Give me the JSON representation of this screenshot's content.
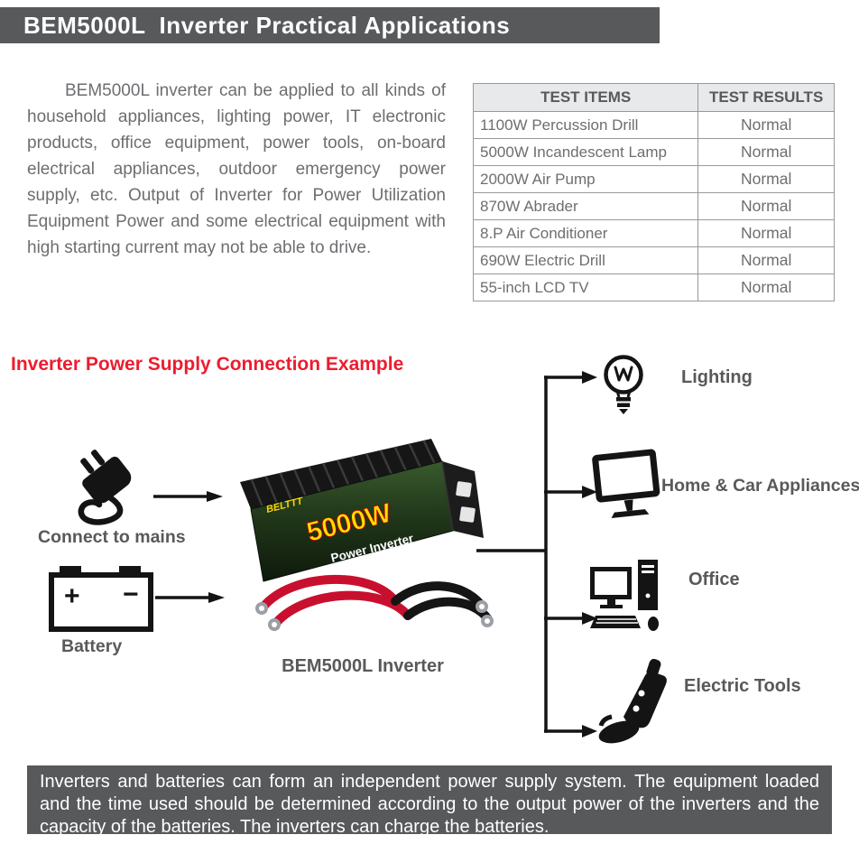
{
  "header": {
    "title": "BEM5000L  Inverter Practical Applications"
  },
  "intro": {
    "text": "BEM5000L inverter can be applied to all kinds of household appliances, lighting power, IT electronic products, office equipment, power tools, on-board electrical appliances, outdoor emergency power supply, etc. Output of Inverter for Power Utilization Equipment Power and some electrical equipment with high starting current may not be able to drive."
  },
  "test_table": {
    "headers": [
      "TEST ITEMS",
      "TEST RESULTS"
    ],
    "rows": [
      {
        "item": "1100W Percussion Drill",
        "result": "Normal"
      },
      {
        "item": "5000W Incandescent Lamp",
        "result": "Normal"
      },
      {
        "item": "2000W Air Pump",
        "result": "Normal"
      },
      {
        "item": "870W Abrader",
        "result": "Normal"
      },
      {
        "item": "8.P Air Conditioner",
        "result": "Normal"
      },
      {
        "item": "690W Electric Drill",
        "result": "Normal"
      },
      {
        "item": "55-inch LCD TV",
        "result": "Normal"
      }
    ]
  },
  "diagram": {
    "heading": "Inverter Power Supply Connection Example",
    "sources": [
      {
        "label": "Connect to mains",
        "icon": "power-plug-icon"
      },
      {
        "label": "Battery",
        "icon": "battery-icon"
      }
    ],
    "battery_terminals": {
      "plus": "+",
      "minus": "−"
    },
    "inverter_caption": "BEM5000L Inverter",
    "inverter_markings": {
      "brand": "BELTTT",
      "power": "5000W",
      "product": "Power Inverter"
    },
    "loads": [
      {
        "label": "Lighting",
        "icon": "light-bulb-icon"
      },
      {
        "label": "Home & Car Appliances",
        "icon": "tv-icon"
      },
      {
        "label": "Office",
        "icon": "desktop-computer-icon"
      },
      {
        "label": "Electric Tools",
        "icon": "power-tool-icon"
      }
    ]
  },
  "footer": {
    "text": "Inverters and batteries can form an independent power supply system. The equipment loaded and the time used should be determined according to the output power of the inverters and the capacity of the batteries. The inverters can charge the batteries."
  },
  "colors": {
    "accent_red": "#ed1c2e",
    "bar_gray": "#58595b",
    "text_gray": "#6d6e71",
    "cable_red": "#c8102e"
  }
}
